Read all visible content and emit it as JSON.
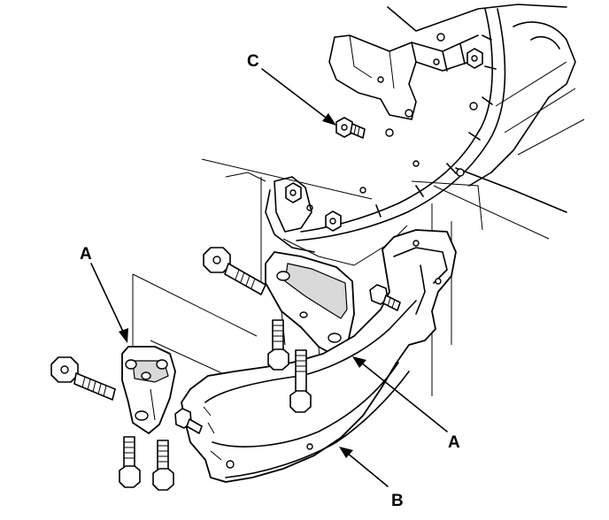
{
  "labels": {
    "a_upper": "A",
    "a_lower": "A",
    "b": "B",
    "c": "C"
  },
  "colors": {
    "line": "#000000",
    "background": "#ffffff",
    "shade": "#d9d9d9"
  }
}
